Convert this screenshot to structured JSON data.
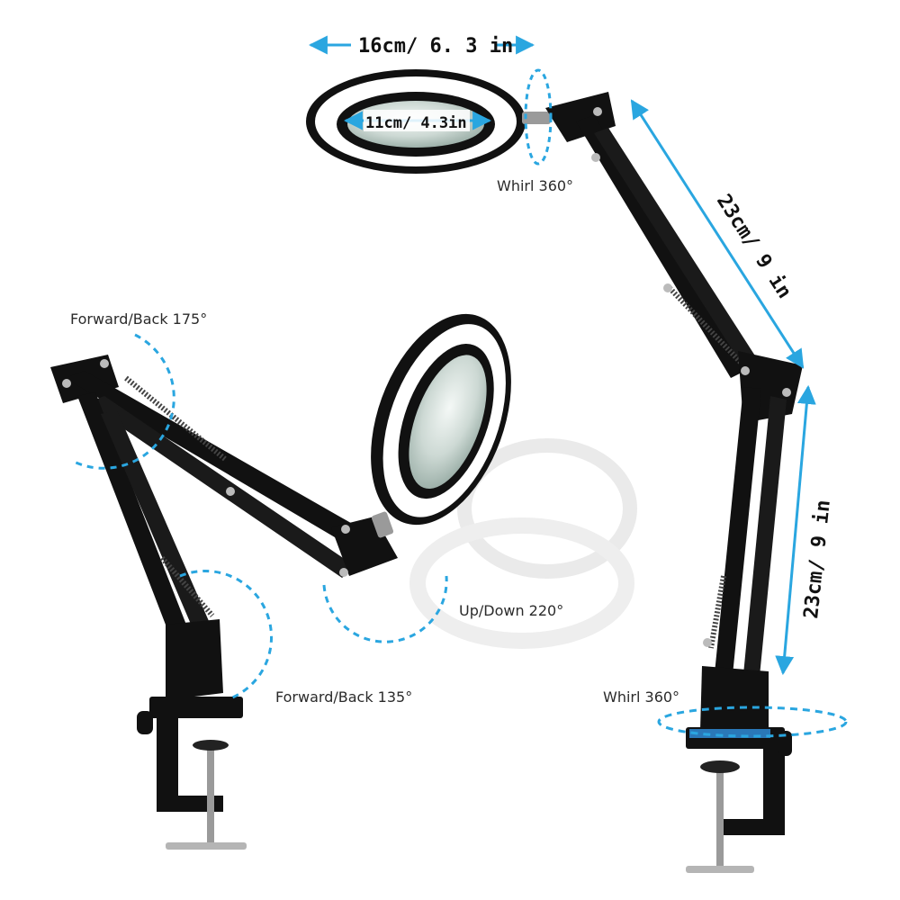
{
  "colors": {
    "accent": "#2aa6e0",
    "frame": "#111111",
    "lens": "#dfe7e4",
    "ring_light": "#ffffff"
  },
  "annotations": {
    "outer_diameter": "16cm/ 6. 3 in",
    "inner_diameter": "11cm/ 4.3in",
    "head_whirl": "Whirl 360°",
    "upper_arm_length": "23cm/ 9 in",
    "lower_arm_length": "23cm/ 9 in",
    "base_whirl": "Whirl 360°",
    "forward_back_175": "Forward/Back 175°",
    "forward_back_135": "Forward/Back 135°",
    "up_down": "Up/Down 220°"
  }
}
